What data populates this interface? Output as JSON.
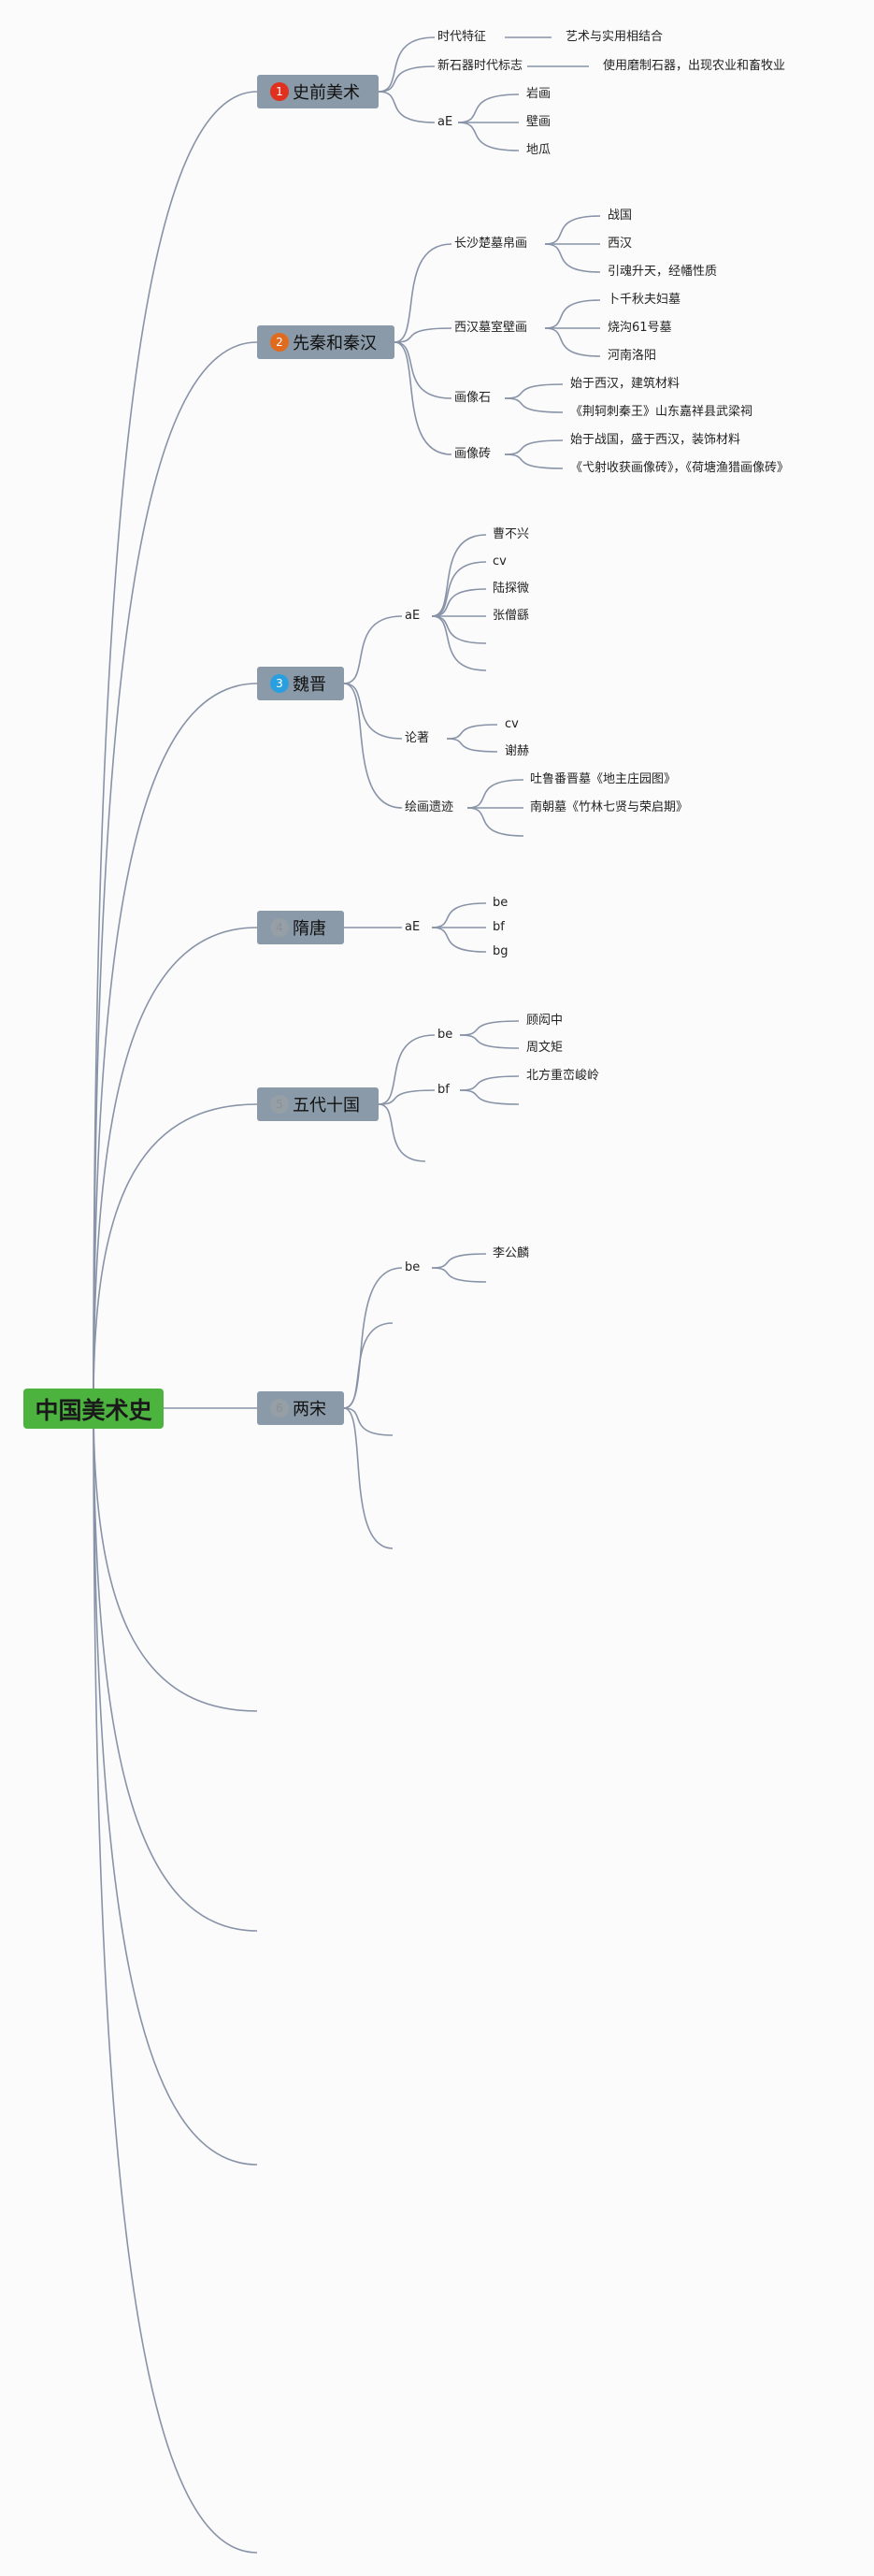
{
  "root": "中国美术史",
  "topics": [
    {
      "label": "史前美术",
      "num": "1",
      "color": "#e0301e"
    },
    {
      "label": "先秦和秦汉",
      "num": "2",
      "color": "#e06a1e"
    },
    {
      "label": "魏晋",
      "num": "3",
      "color": "#2a9fe0"
    },
    {
      "label": "隋唐",
      "num": "4",
      "color": ""
    },
    {
      "label": "五代十国",
      "num": "5",
      "color": ""
    },
    {
      "label": "两宋",
      "num": "6",
      "color": ""
    }
  ],
  "nodes": {
    "t0a": "时代特征",
    "t0a1": "艺术与实用相结合",
    "t0b": "新石器时代标志",
    "t0b1": "使用磨制石器，出现农业和畜牧业",
    "t0c": "aE",
    "t0c1": "岩画",
    "t0c2": "壁画",
    "t0c3": "地瓜",
    "t1a": "长沙楚墓帛画",
    "t1a1": "战国",
    "t1a2": "西汉",
    "t1a3": "引魂升天，经幡性质",
    "t1b": "西汉墓室壁画",
    "t1b1": "卜千秋夫妇墓",
    "t1b2": "烧沟61号墓",
    "t1b3": "河南洛阳",
    "t1c": "画像石",
    "t1c1": "始于西汉，建筑材料",
    "t1c2": "《荆轲刺秦王》山东嘉祥县武梁祠",
    "t1d": "画像砖",
    "t1d1": "始于战国，盛于西汉，装饰材料",
    "t1d2": "《弋射收获画像砖》，《荷塘渔猎画像砖》",
    "t2a": "aE",
    "t2a1": "曹不兴",
    "t2a2": "cv",
    "t2a3": "陆探微",
    "t2a4": "张僧繇",
    "t2b": "论著",
    "t2b1": "cv",
    "t2b2": "谢赫",
    "t2c": "绘画遗迹",
    "t2c1": "吐鲁番晋墓《地主庄园图》",
    "t2c2": "南朝墓《竹林七贤与荣启期》",
    "t3a": "aE",
    "t3a1": "be",
    "t3a2": "bf",
    "t3a3": "bg",
    "t4a": "be",
    "t4a1": "顾闳中",
    "t4a2": "周文矩",
    "t4b": "bf",
    "t4b1": "北方重峦峻岭",
    "t5a": "be",
    "t5a1": "李公麟"
  },
  "colors": {
    "root": "#4cb33f",
    "topic": "#8a9aa8",
    "line": "#8893a8",
    "background": "#fbfbfb"
  }
}
